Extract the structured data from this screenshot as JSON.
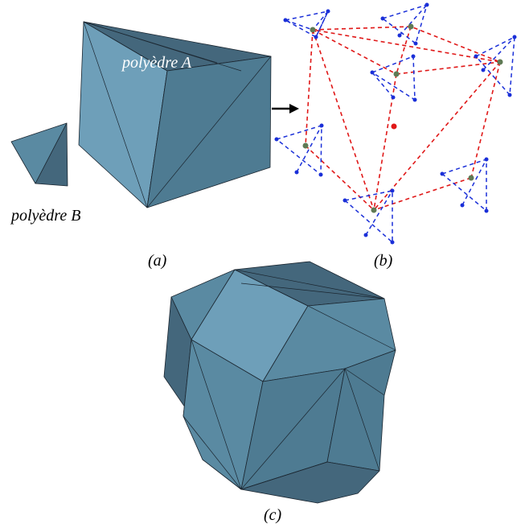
{
  "labels": {
    "polyhedron_a": "polyèdre A",
    "polyhedron_b": "polyèdre B",
    "panel_a": "(a)",
    "panel_b": "(b)",
    "panel_c": "(c)"
  },
  "colors": {
    "background": "#ffffff",
    "face_light": "#6e9fb9",
    "face_mid": "#5a8aa2",
    "face_dark": "#4e7b92",
    "face_darker": "#44677c",
    "edge": "#1b2630",
    "blue_dash": "#1a2fd8",
    "red_dash": "#e01818",
    "center_dot": "#e01818",
    "vertex_dot": "#5f7a55",
    "arrow": "#000000",
    "label_text_light": "#ffffff",
    "label_text_dark": "#000000"
  },
  "icons": {
    "arrow": "right-arrow-icon"
  }
}
